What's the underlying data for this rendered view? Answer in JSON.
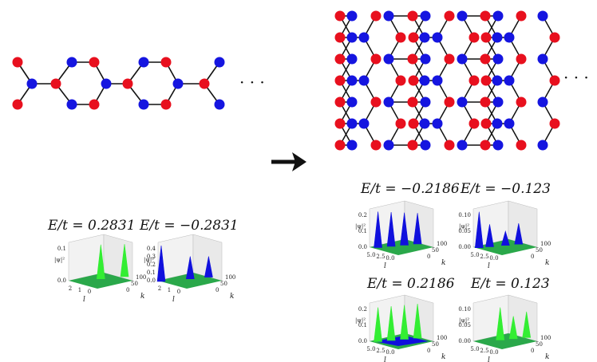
{
  "colors": {
    "site_a": "#e8101e",
    "site_b": "#1515e0",
    "bond": "#111111",
    "surface_green": "#33ee33",
    "surface_blue": "#1010dd",
    "floor": "#2aa84a"
  },
  "ellipsis": "· · ·",
  "arrow": "→",
  "energy_labels": {
    "chain_pos": "E/t = 0.2831",
    "chain_neg": "E/t = −0.2831",
    "sheet_neg_large": "E/t = −0.2186",
    "sheet_neg_small": "E/t = −0.123",
    "sheet_pos_large": "E/t = 0.2186",
    "sheet_pos_small": "E/t = 0.123"
  },
  "plots": {
    "ylabel": "|ψ|²",
    "l_axis": "l",
    "k_axis": "k",
    "p1": {
      "z_ticks": [
        "0.1",
        "0.0"
      ],
      "l_ticks": [
        "2",
        "1",
        "0"
      ],
      "k_ticks": [
        "100",
        "50",
        "0"
      ]
    },
    "p2": {
      "z_ticks": [
        "0.4",
        "0.3",
        "0.2",
        "0.1",
        "0.0"
      ],
      "l_ticks": [
        "2",
        "1",
        "0"
      ],
      "k_ticks": [
        "100",
        "50",
        "0"
      ]
    },
    "p3": {
      "z_ticks": [
        "0.2",
        "0.1",
        "0.0"
      ],
      "l_ticks": [
        "5.0",
        "2.5",
        "0.0"
      ],
      "k_ticks": [
        "100",
        "50",
        "0"
      ]
    },
    "p4": {
      "z_ticks": [
        "0.10",
        "0.05",
        "0.00"
      ],
      "l_ticks": [
        "5.0",
        "2.5",
        "0.0"
      ],
      "k_ticks": [
        "100",
        "50",
        "0"
      ]
    },
    "p5": {
      "z_ticks": [
        "0.2",
        "0.1",
        "0.0"
      ],
      "l_ticks": [
        "5.0",
        "2.5",
        "0.0"
      ],
      "k_ticks": [
        "100",
        "50",
        "0"
      ]
    },
    "p6": {
      "z_ticks": [
        "0.10",
        "0.05",
        "0.00"
      ],
      "l_ticks": [
        "5.0",
        "2.5",
        "0.0"
      ],
      "k_ticks": [
        "100",
        "50",
        "0"
      ]
    }
  }
}
